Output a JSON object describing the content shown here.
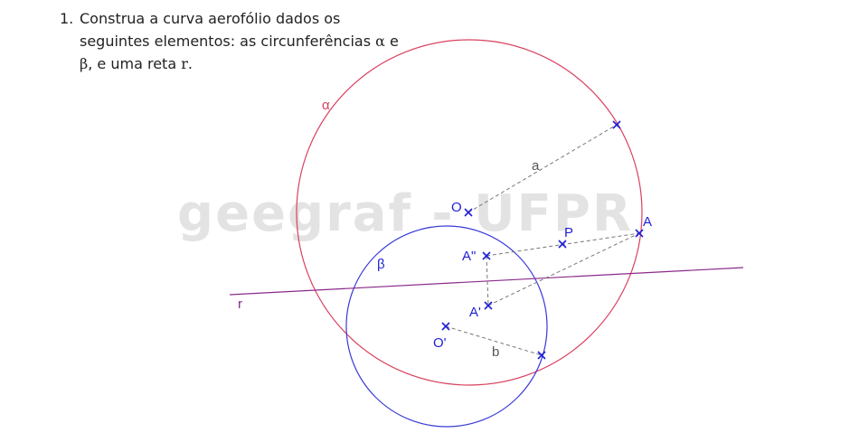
{
  "task": {
    "number": "1.",
    "text_before_alpha": "Construa a curva aerofólio dados os seguintes elementos: as circunferências ",
    "alpha": "α",
    "text_between": " e ",
    "beta": "β",
    "text_after_beta": ", e uma reta ",
    "r": "r",
    "text_end": "."
  },
  "watermark": "geegraf - UFPR",
  "labels": {
    "alpha": "α",
    "beta": "β",
    "r": "r",
    "O": "O",
    "O_prime": "O'",
    "a": "a",
    "b": "b",
    "A": "A",
    "A_prime": "A'",
    "A_double_prime": "A\"",
    "P": "P"
  },
  "colors": {
    "circle_alpha": "#d9405f",
    "circle_beta": "#3a3ad9",
    "line_r": "#8a2a8a",
    "points": "#1f1fd6",
    "dashed": "#777777",
    "segment_labels": "#555555",
    "text": "#222222"
  }
}
